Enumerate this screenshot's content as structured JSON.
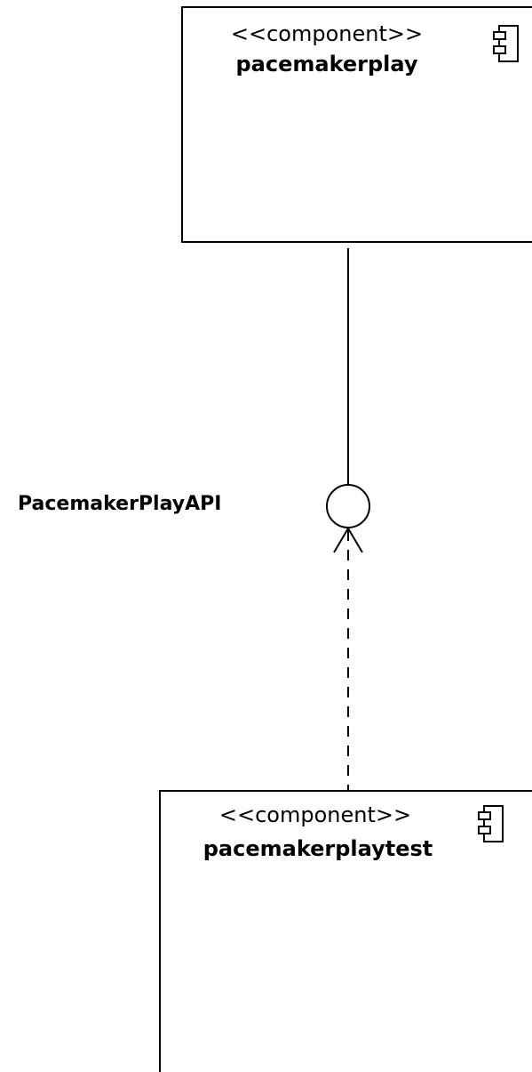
{
  "components": [
    {
      "stereotype": "<<component>>",
      "name": "pacemakerplay",
      "icon": "component-icon"
    },
    {
      "stereotype": "<<component>>",
      "name": "pacemakerplaytest",
      "icon": "component-icon"
    }
  ],
  "interface": {
    "name": "PacemakerPlayAPI",
    "icon": "provided-interface-lollipop"
  },
  "relations": [
    {
      "type": "realization",
      "from": "pacemakerplay",
      "to": "PacemakerPlayAPI",
      "style": "solid"
    },
    {
      "type": "dependency",
      "from": "pacemakerplaytest",
      "to": "PacemakerPlayAPI",
      "style": "dashed"
    }
  ]
}
